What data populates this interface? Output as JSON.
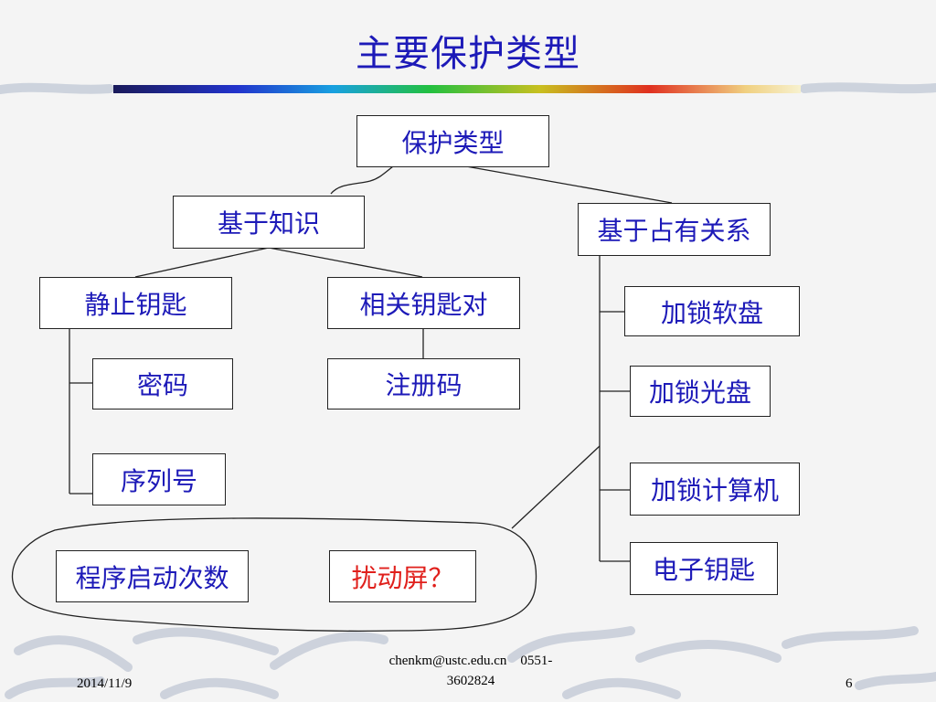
{
  "slide": {
    "title": "主要保护类型",
    "footer": {
      "email": "chenkm@ustc.edu.cn",
      "phone_part1": "0551-",
      "phone_part2": "3602824",
      "date": "2014/11/9",
      "page": "6"
    }
  },
  "diagram": {
    "root": "保护类型",
    "knowledge": "基于知识",
    "possession": "基于占有关系",
    "static_key": "静止钥匙",
    "related_key_pair": "相关钥匙对",
    "password": "密码",
    "serial": "序列号",
    "reg_code": "注册码",
    "lock_floppy": "加锁软盘",
    "lock_cd": "加锁光盘",
    "lock_computer": "加锁计算机",
    "e_key": "电子钥匙",
    "launch_count": "程序启动次数",
    "disturb_screen": "扰动屏？"
  },
  "colors": {
    "title": "#1d1ab8",
    "text": "#1d1ab8",
    "highlight": "#e0201c",
    "line": "#222222"
  }
}
